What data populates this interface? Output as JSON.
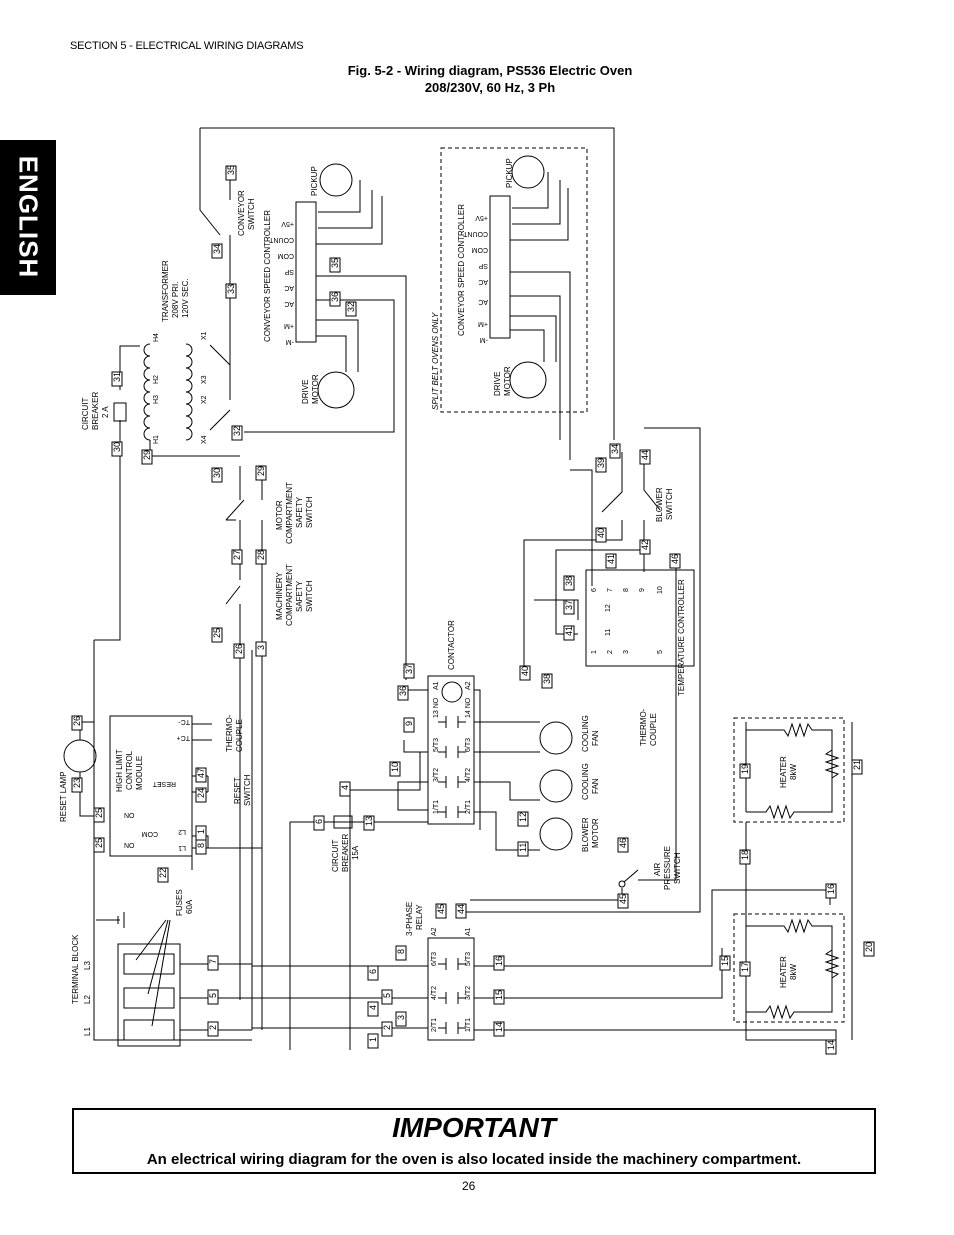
{
  "header": {
    "section": "SECTION 5 - ELECTRICAL WIRING DIAGRAMS",
    "tab": "ENGLISH"
  },
  "figure": {
    "title": "Fig. 5-2 - Wiring diagram, PS536 Electric Oven",
    "subtitle": "208/230V, 60 Hz, 3 Ph"
  },
  "components": {
    "pickup": "PICKUP",
    "conveyor_switch": [
      "CONVEYOR",
      "SWITCH"
    ],
    "conveyor_speed_controller": "CONVEYOR SPEED CONTROLLER",
    "split_belt": "SPLIT BELT OVENS ONLY",
    "controller_pins": [
      "+5V",
      "COUNT",
      "COM",
      "SP",
      "AC",
      "AC",
      "+M",
      "-M"
    ],
    "drive_motor": [
      "DRIVE",
      "MOTOR"
    ],
    "transformer": [
      "TRANSFORMER",
      "208V PRI.",
      "120V SEC."
    ],
    "transformer_pins": [
      "H4",
      "H2",
      "H3",
      "H1",
      "X1",
      "X3",
      "X2",
      "X4"
    ],
    "circuit_breaker_2a": [
      "CIRCUIT",
      "BREAKER",
      "2 A"
    ],
    "motor_safety": [
      "MOTOR",
      "COMPARTMENT",
      "SAFETY",
      "SWITCH"
    ],
    "machinery_safety": [
      "MACHINERY",
      "COMPARTMENT",
      "SAFETY",
      "SWITCH"
    ],
    "blower_switch": [
      "BLOWER",
      "SWITCH"
    ],
    "temperature_controller": "TEMPERATURE CONTROLLER",
    "temp_pins_top": [
      "6",
      "7",
      "8",
      "9",
      "10"
    ],
    "temp_pins_mid": [
      "12",
      "11"
    ],
    "temp_pins_bot": [
      "1",
      "2",
      "3",
      "5"
    ],
    "thermocouple": [
      "THERMO-",
      "COUPLE"
    ],
    "contactor": "CONTACTOR",
    "contactor_pins": [
      "A1",
      "A2",
      "13 NO",
      "14 NO",
      "5/T3",
      "6/T3",
      "3/T2",
      "4/T2",
      "1/T1",
      "2/T1"
    ],
    "cooling_fan": [
      "COOLING",
      "FAN"
    ],
    "blower_motor": [
      "BLOWER",
      "MOTOR"
    ],
    "heater": [
      "HEATER",
      "8kW"
    ],
    "reset_lamp": "RESET LAMP",
    "high_limit": [
      "HIGH LIMIT",
      "CONTROL",
      "MODULE"
    ],
    "high_limit_pins": [
      "TC-",
      "TC+",
      "RESET",
      "NO",
      "COM",
      "NO",
      "L2",
      "L1"
    ],
    "reset_switch": [
      "RESET",
      "SWITCH"
    ],
    "circuit_breaker_15a": [
      "CIRCUIT",
      "BREAKER",
      "15A"
    ],
    "air_pressure_switch": [
      "AIR",
      "PRESSURE",
      "SWITCH"
    ],
    "relay": [
      "3-PHASE",
      "RELAY"
    ],
    "relay_pins": [
      "A2",
      "A1",
      "6/T3",
      "5/T3",
      "4/T2",
      "3/T2",
      "2/T1",
      "1/T1"
    ],
    "fuses": [
      "FUSES",
      "60A"
    ],
    "terminal_block": "TERMINAL BLOCK",
    "terminal_pins": [
      "L1",
      "L2",
      "L3"
    ]
  },
  "notice": {
    "heading": "IMPORTANT",
    "body": "An electrical wiring diagram for the oven is also located inside the machinery compartment."
  },
  "footer": {
    "page_number": "26"
  }
}
